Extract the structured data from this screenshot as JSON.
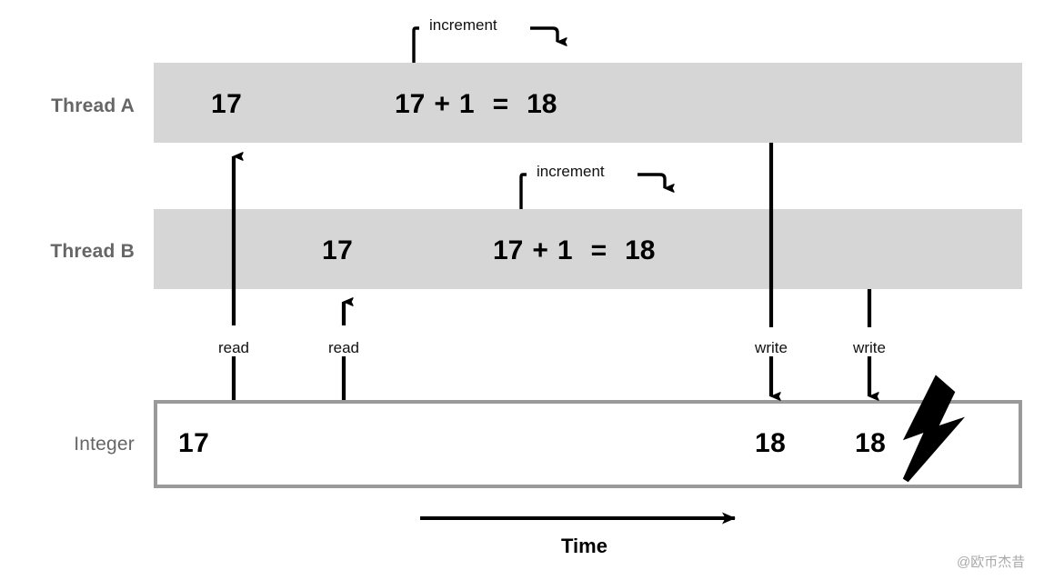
{
  "diagram": {
    "title": "Race condition timeline: two threads increment a shared integer",
    "colors": {
      "band": "#d6d6d6",
      "row_label": "#666666",
      "box_border": "#9a9a9a",
      "line": "#000000",
      "background": "#ffffff",
      "watermark": "#a9a9a9"
    },
    "rows": [
      {
        "label": "Thread A",
        "initial_value": "17",
        "expression": {
          "left": "17",
          "plus": "+",
          "addend": "1",
          "equals": "=",
          "result": "18"
        },
        "increment_label": "increment"
      },
      {
        "label": "Thread B",
        "initial_value": "17",
        "expression": {
          "left": "17",
          "plus": "+",
          "addend": "1",
          "equals": "=",
          "result": "18"
        },
        "increment_label": "increment"
      },
      {
        "label": "Integer",
        "values": [
          "17",
          "18",
          "18"
        ]
      }
    ],
    "operations": [
      {
        "name": "read",
        "label": "read",
        "source": "Integer",
        "target": "Thread A",
        "direction": "up"
      },
      {
        "name": "read",
        "label": "read",
        "source": "Integer",
        "target": "Thread B",
        "direction": "up"
      },
      {
        "name": "write",
        "label": "write",
        "source": "Thread A",
        "target": "Integer",
        "direction": "down"
      },
      {
        "name": "write",
        "label": "write",
        "source": "Thread B",
        "target": "Integer",
        "direction": "down"
      }
    ],
    "axis": {
      "label": "Time",
      "direction": "right"
    },
    "conflict_marker": "lightning-bolt",
    "watermark": "@欧币杰昔"
  }
}
